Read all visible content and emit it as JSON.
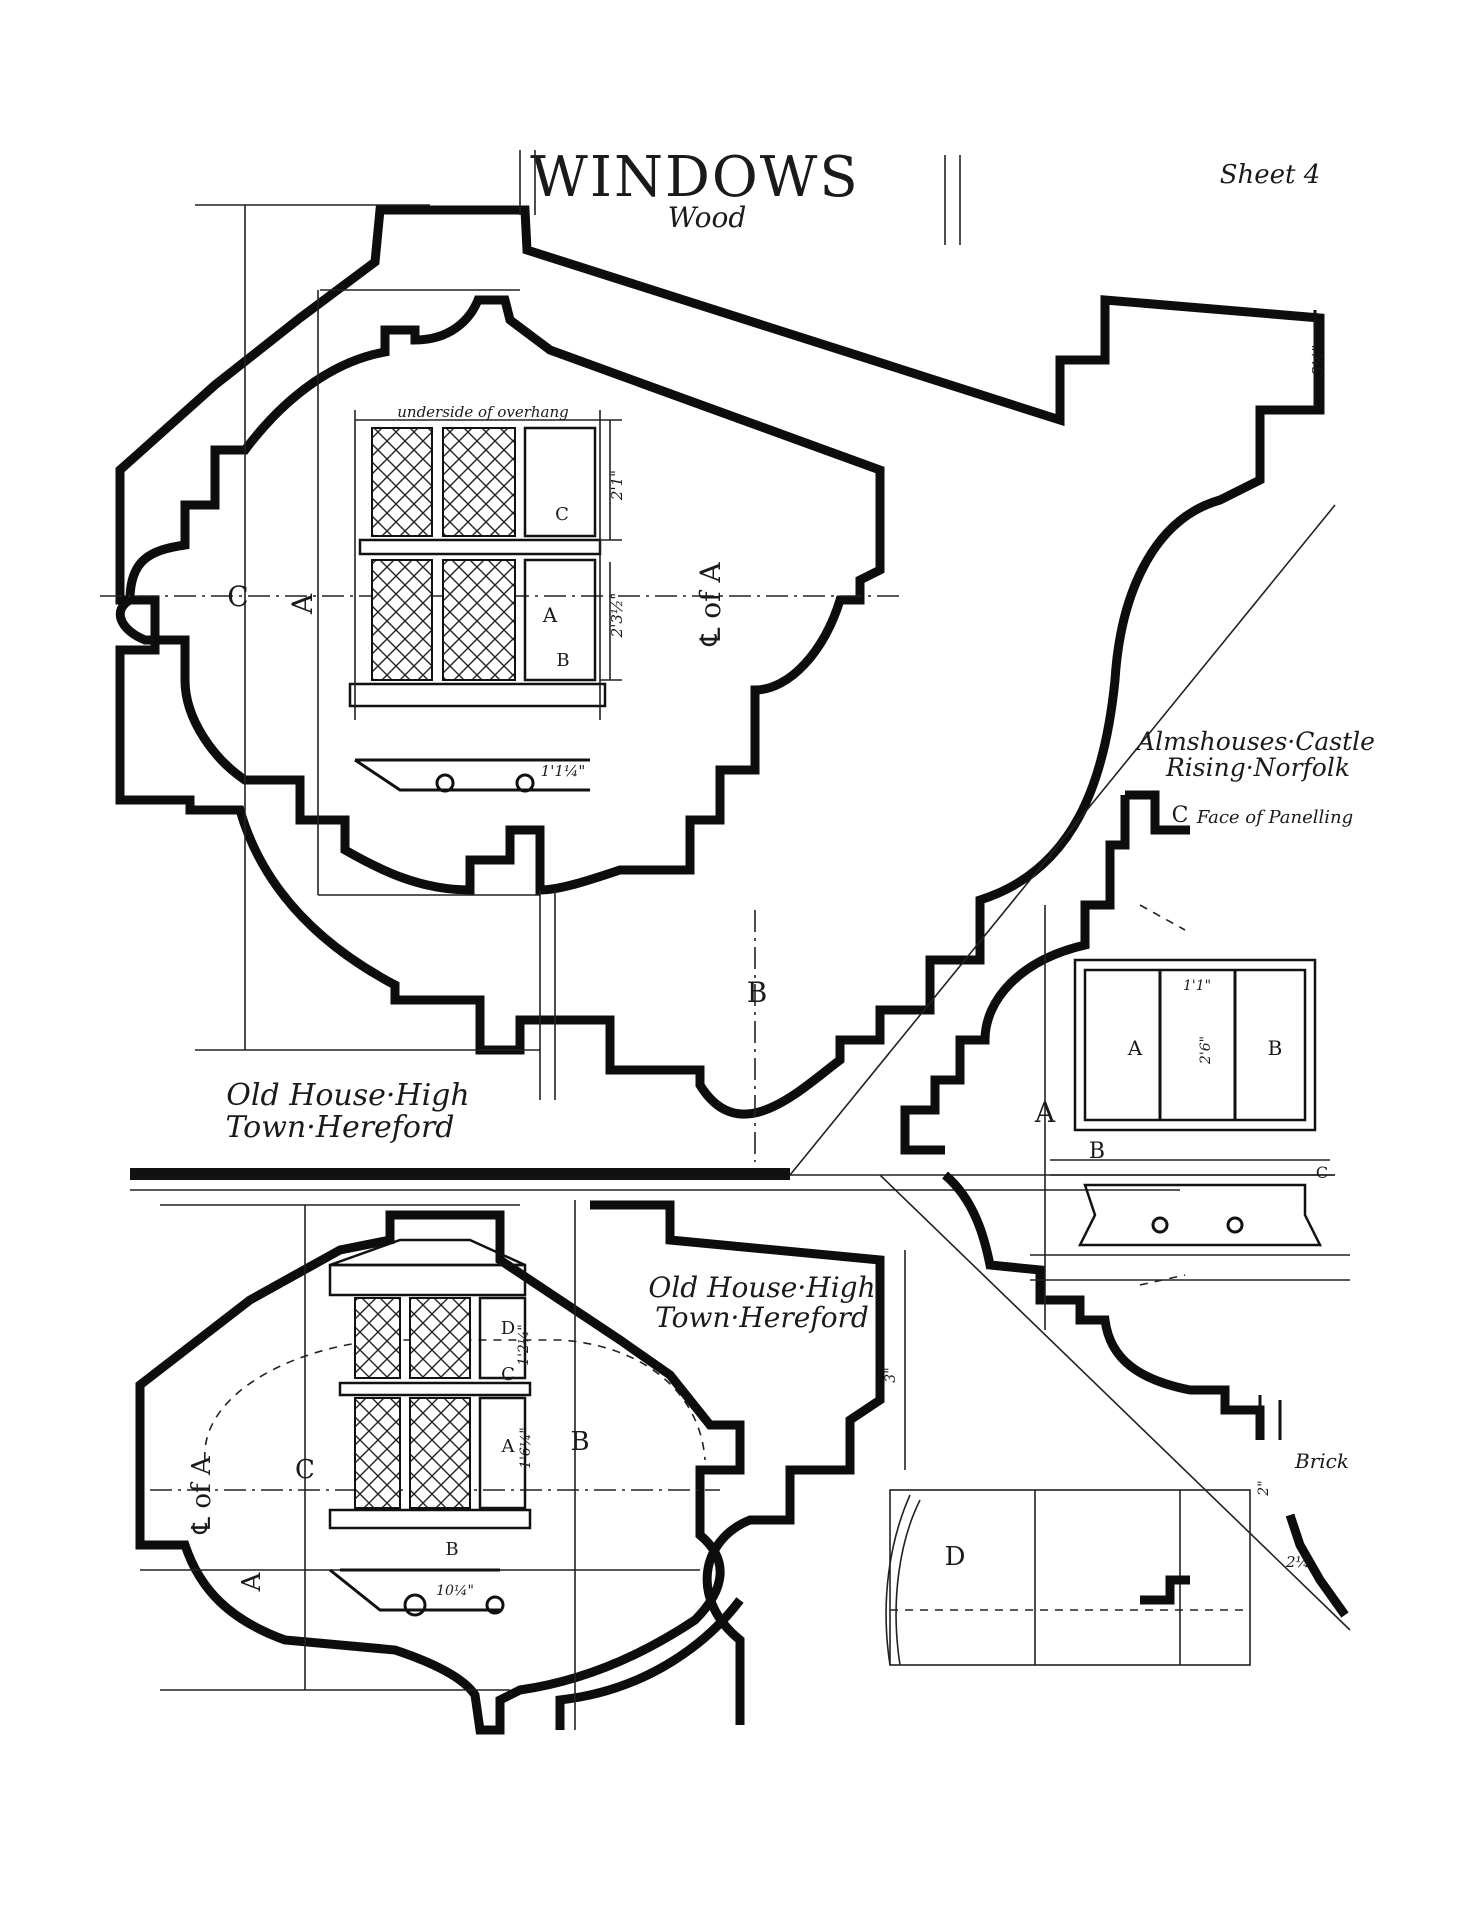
{
  "title": "WINDOWS",
  "subtitle": "Wood",
  "sheet": "Sheet 4",
  "sections": {
    "top_left": {
      "caption_line1": "Old House·High",
      "caption_line2": "Town·Hereford",
      "note_overhang": "underside of overhang",
      "label_c": "C",
      "label_a": "A",
      "label_cl": "℄ of A",
      "label_c_small": "C",
      "label_a_small": "A",
      "label_b_small": "B",
      "label_b_large": "B",
      "dim_2_1": "2'1\"",
      "dim_2_3": "2'3½\"",
      "dim_1_1": "1'1¼\""
    },
    "bottom_left": {
      "caption_line1": "Old House·High",
      "caption_line2": "Town·Hereford",
      "label_d": "D",
      "label_c": "C",
      "label_a": "A",
      "label_b": "B",
      "label_c_large": "C",
      "label_a_large": "A",
      "label_cl": "℄ of A",
      "label_b_small": "B",
      "dim_1_2": "1'2¼\"",
      "dim_1_6": "1'6¼\"",
      "dim_10": "10¼\"",
      "dim_3": "3\""
    },
    "right": {
      "caption_line1": "Almshouses·Castle",
      "caption_line2": "Rising·Norfolk",
      "label_c": "C",
      "note_panelling": "Face of Panelling",
      "label_a_win": "A",
      "label_b_win": "B",
      "dim_1_1": "1'1\"",
      "dim_2_6": "2'6\"",
      "label_a_large": "A",
      "label_b_large": "B",
      "label_c_small": "C",
      "note_brick": "Brick",
      "dim_2": "2\"",
      "dim_2_quarter": "2¼",
      "label_d": "D",
      "dim_3_half": "3½\""
    }
  }
}
